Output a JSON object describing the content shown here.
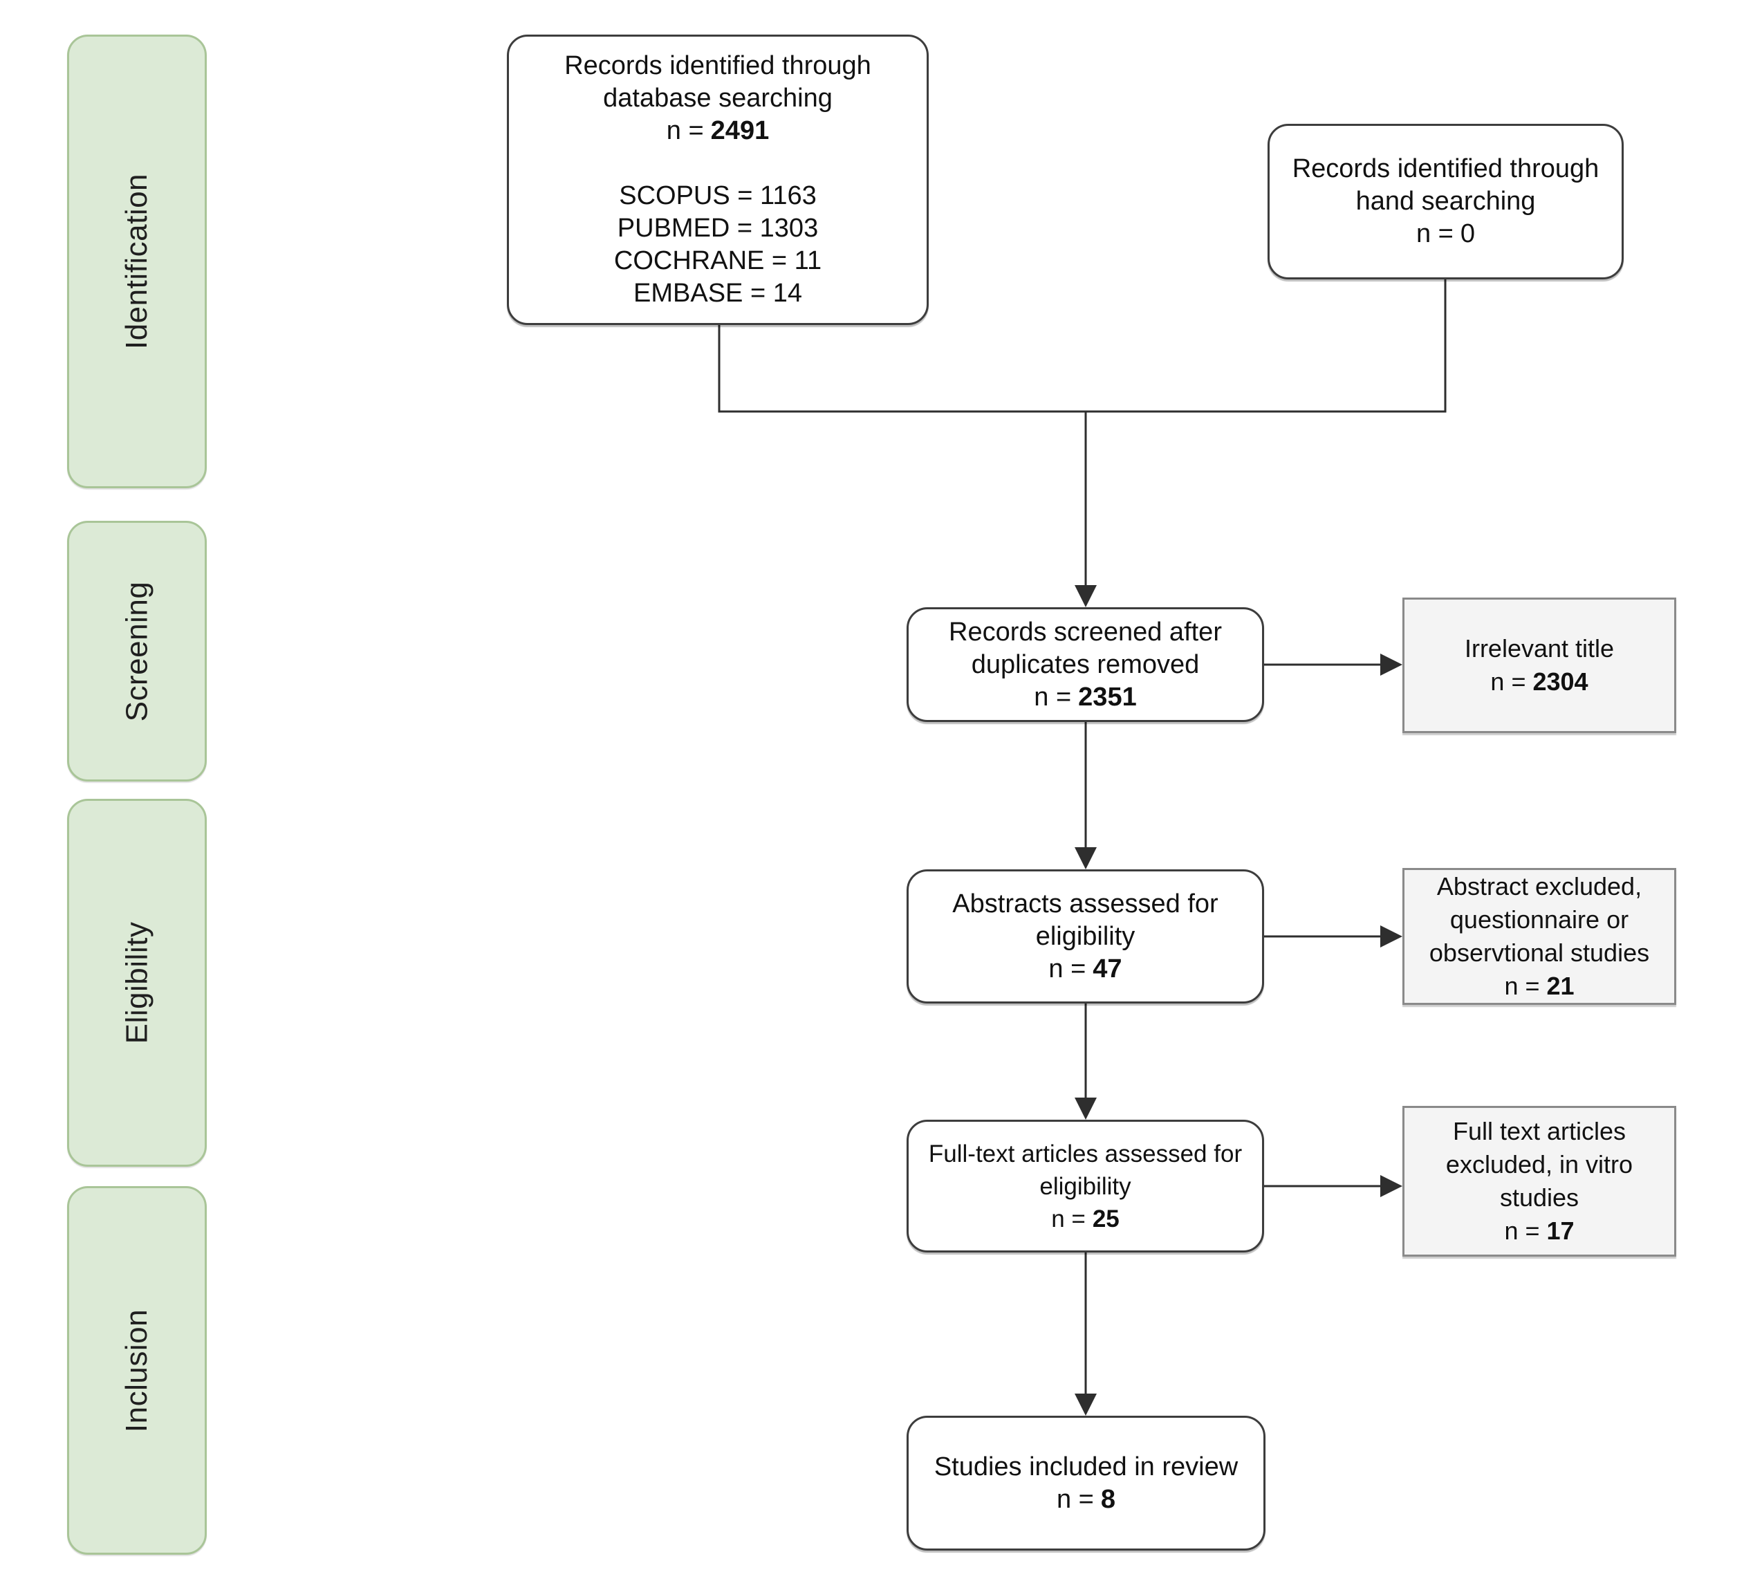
{
  "sidebar": {
    "stages": [
      {
        "label": "Identification"
      },
      {
        "label": "Screening"
      },
      {
        "label": "Eligibility"
      },
      {
        "label": "Inclusion"
      }
    ]
  },
  "nodes": {
    "database_search": {
      "lines": [
        "Records identified through",
        "database searching"
      ],
      "n_label": "n =",
      "n_value": "2491",
      "sources": [
        "SCOPUS = 1163",
        "PUBMED = 1303",
        "COCHRANE = 11",
        "EMBASE = 14"
      ]
    },
    "hand_search": {
      "lines": [
        "Records identified through",
        "hand searching"
      ],
      "n_label": "n =",
      "n_value": "0"
    },
    "screened": {
      "lines": [
        "Records screened after",
        "duplicates removed"
      ],
      "n_label": "n =",
      "n_value": "2351"
    },
    "irrelevant_title": {
      "lines": [
        "Irrelevant title"
      ],
      "n_label": "n =",
      "n_value": "2304"
    },
    "abstracts_assessed": {
      "lines": [
        "Abstracts assessed for",
        "eligibility"
      ],
      "n_label": "n =",
      "n_value": "47"
    },
    "abstracts_excluded": {
      "lines": [
        "Abstract excluded,",
        "questionnaire or",
        "observtional studies"
      ],
      "n_label": "n =",
      "n_value": "21"
    },
    "fulltext_assessed": {
      "lines": [
        "Full-text articles assessed for",
        "eligibility"
      ],
      "n_label": "n =",
      "n_value": "25"
    },
    "fulltext_excluded": {
      "lines": [
        "Full text articles",
        "excluded, in vitro",
        "studies"
      ],
      "n_label": "n =",
      "n_value": "17"
    },
    "included": {
      "lines": [
        "Studies included in review"
      ],
      "n_label": "n =",
      "n_value": "8"
    }
  },
  "colors": {
    "stage_fill": "#dcead6",
    "stage_border": "#a9c598",
    "node_fill": "#ffffff",
    "node_border": "#3d3d3d",
    "excluded_fill": "#f4f4f4",
    "excluded_border": "#8a8a8a",
    "connector": "#2e2e2e",
    "text": "#111111"
  }
}
